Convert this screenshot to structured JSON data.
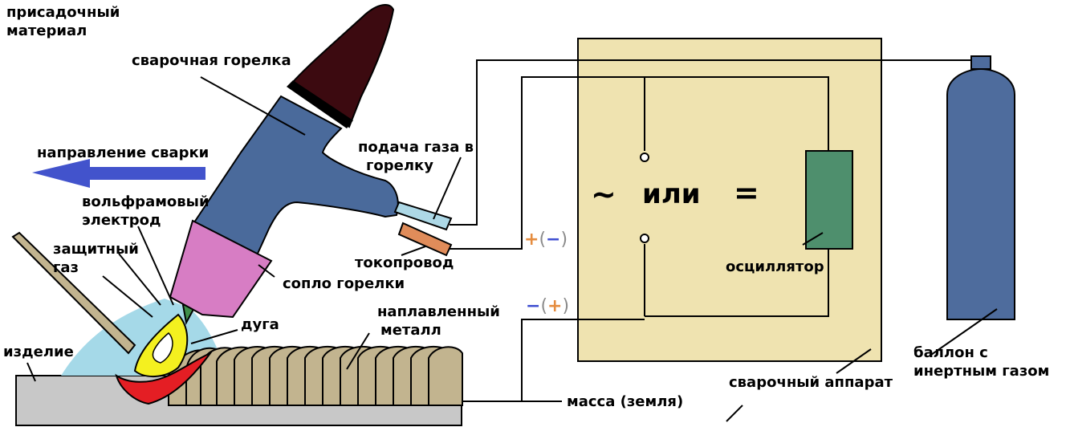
{
  "labels": {
    "filler_material": [
      "присадочный",
      "материал"
    ],
    "torch": "сварочная горелка",
    "weld_direction": "направление сварки",
    "gas_supply": [
      "подача газа в",
      "горелку"
    ],
    "tungsten_electrode": [
      "вольфрамовый",
      "электрод"
    ],
    "shielding_gas": [
      "защитный",
      "газ"
    ],
    "current_lead": "токопровод",
    "nozzle": "сопло горелки",
    "arc": "дуга",
    "deposited_metal": [
      "наплавленный",
      "металл"
    ],
    "workpiece": "изделие",
    "ground": "масса (земля)",
    "welding_machine": "сварочный аппарат",
    "oscillator": "осциллятор",
    "gas_cylinder": [
      "баллон с",
      "инертным газом"
    ]
  },
  "machine": {
    "ac_symbol": "~",
    "or_word": "или",
    "dc_symbol": "="
  },
  "polarity_top": {
    "first": "+",
    "open": "(",
    "second": "−",
    "close": ")"
  },
  "polarity_bottom": {
    "first": "−",
    "open": "(",
    "second": "+",
    "close": ")"
  },
  "colors": {
    "machine_fill": "#efe3b0",
    "oscillator_fill": "#4e8f6d",
    "torch_body": "#4a6a9b",
    "handle": "#3c0a10",
    "nozzle": "#d77dc4",
    "cylinder": "#4e6c9d",
    "arrow": "#4253cc",
    "workpiece": "#c8c8c8",
    "weld_bead": "#c2b48f",
    "shield_gas": "#a5d9e8",
    "arc_yellow": "#f4f01f",
    "molten_pool": "#e41e24",
    "electrode": "#3f8f4a",
    "gas_tube": "#add8e6",
    "current_lead": "#e08c5a",
    "filler_rod": "#c2b48f"
  }
}
